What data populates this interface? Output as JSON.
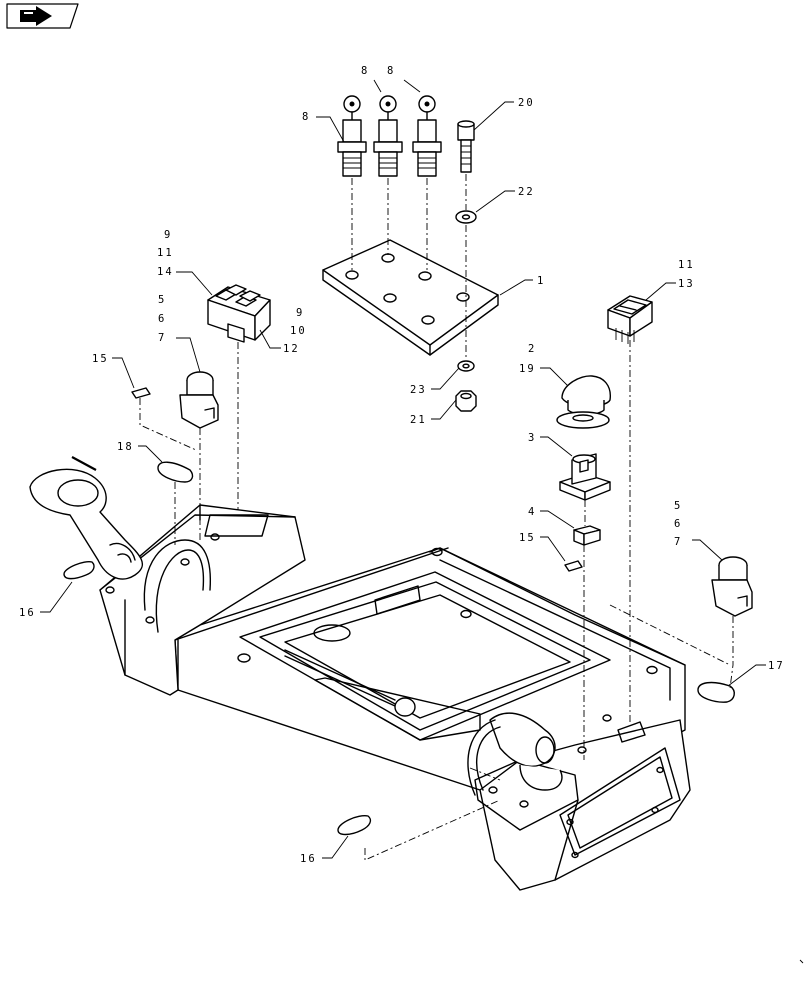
{
  "nav": {
    "back_icon": "arrow-badge-icon"
  },
  "callouts": [
    {
      "id": "c8a",
      "label": "8"
    },
    {
      "id": "c8b",
      "label": "8"
    },
    {
      "id": "c8c",
      "label": "8"
    },
    {
      "id": "c20",
      "label": "20"
    },
    {
      "id": "c22",
      "label": "22"
    },
    {
      "id": "c1",
      "label": "1"
    },
    {
      "id": "c23",
      "label": "23"
    },
    {
      "id": "c21",
      "label": "21"
    },
    {
      "id": "c9a",
      "label": "9"
    },
    {
      "id": "c11a",
      "label": "11"
    },
    {
      "id": "c14",
      "label": "14"
    },
    {
      "id": "c9b",
      "label": "9"
    },
    {
      "id": "c10",
      "label": "10"
    },
    {
      "id": "c12",
      "label": "12"
    },
    {
      "id": "c5a",
      "label": "5"
    },
    {
      "id": "c6a",
      "label": "6"
    },
    {
      "id": "c7a",
      "label": "7"
    },
    {
      "id": "c15a",
      "label": "15"
    },
    {
      "id": "c18",
      "label": "18"
    },
    {
      "id": "c16a",
      "label": "16"
    },
    {
      "id": "c11b",
      "label": "11"
    },
    {
      "id": "c13",
      "label": "13"
    },
    {
      "id": "c2",
      "label": "2"
    },
    {
      "id": "c19",
      "label": "19"
    },
    {
      "id": "c3",
      "label": "3"
    },
    {
      "id": "c4",
      "label": "4"
    },
    {
      "id": "c15b",
      "label": "15"
    },
    {
      "id": "c5b",
      "label": "5"
    },
    {
      "id": "c6b",
      "label": "6"
    },
    {
      "id": "c7b",
      "label": "7"
    },
    {
      "id": "c17",
      "label": "17"
    },
    {
      "id": "c16b",
      "label": "16"
    }
  ]
}
